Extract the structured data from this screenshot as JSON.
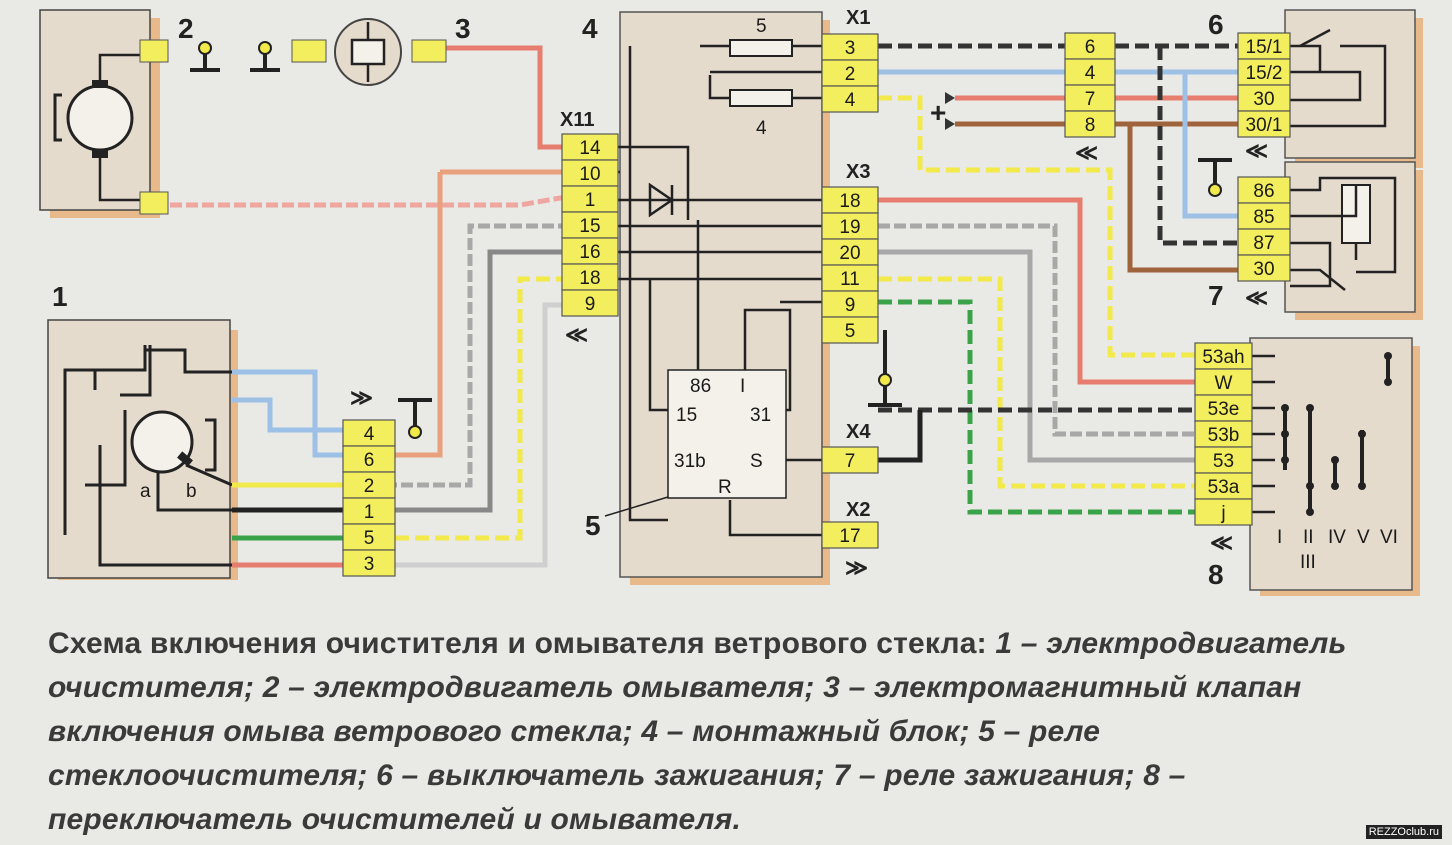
{
  "components": {
    "c1": "1",
    "c2": "2",
    "c3": "3",
    "c4": "4",
    "c5": "5",
    "c6": "6",
    "c7": "7",
    "c8": "8"
  },
  "fuses": {
    "f5": "5",
    "f4": "4"
  },
  "connectors": {
    "x1": {
      "name": "X1",
      "pins": [
        "3",
        "2",
        "4"
      ]
    },
    "x11": {
      "name": "X11",
      "pins": [
        "14",
        "10",
        "1",
        "15",
        "16",
        "18",
        "9"
      ]
    },
    "x3": {
      "name": "X3",
      "pins": [
        "18",
        "19",
        "20",
        "11",
        "9",
        "5"
      ]
    },
    "x4": {
      "name": "X4",
      "pins": [
        "7"
      ]
    },
    "x2": {
      "name": "X2",
      "pins": [
        "17"
      ]
    },
    "motor_conn": {
      "pins": [
        "4",
        "6",
        "2",
        "1",
        "5",
        "3"
      ]
    },
    "mid_conn": {
      "pins": [
        "6",
        "4",
        "7",
        "8"
      ]
    },
    "ign_switch": {
      "pins": [
        "15/1",
        "15/2",
        "30",
        "30/1"
      ]
    },
    "ign_relay": {
      "pins": [
        "86",
        "85",
        "87",
        "30"
      ]
    },
    "stalk_switch": {
      "pins": [
        "53ah",
        "W",
        "53e",
        "53b",
        "53",
        "53a",
        "j"
      ]
    }
  },
  "relay5_terms": {
    "t86": "86",
    "tI": "I",
    "t15": "15",
    "t31": "31",
    "t31b": "31b",
    "tS": "S",
    "tR": "R"
  },
  "motor_terms": {
    "a": "a",
    "b": "b"
  },
  "plus_sign": "+",
  "positions_label": {
    "p1": "I",
    "p2": "II",
    "p3": "III",
    "p4": "IV",
    "p5": "V",
    "p6": "VI"
  },
  "caption": {
    "title": "Схема включения очистителя и омывателя ветрового стекла:",
    "body": "1 – электродвигатель очистителя; 2 – электродвигатель омывателя; 3 – электромагнитный клапан включения омыва ветрового стекла; 4 – монтажный блок; 5 – реле стеклоочистителя; 6 – выключатель зажигания; 7 – реле зажигания; 8 – переключатель очистителей и омывателя."
  },
  "watermark": "REZZOclub.ru",
  "colors": {
    "connector": "#f3ee5e",
    "component_shadow": "#e8b98a",
    "component_body": "#e4dbcd",
    "pink": "#f0a6a0",
    "blue": "#9cc0e6",
    "brown": "#a0643c",
    "red_wire": "#e77d6e",
    "yellow": "#f2e94a",
    "green": "#3aa34a",
    "gray": "#a8a8a8",
    "black": "#222222"
  }
}
